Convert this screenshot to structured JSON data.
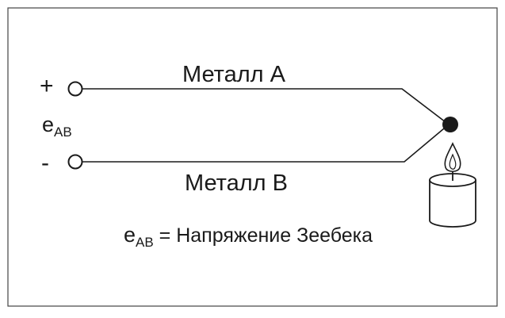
{
  "diagram": {
    "terminal_plus": "+",
    "terminal_minus": "-",
    "emf_symbol": "e",
    "emf_subscript": "AB",
    "wire_a_label": "Металл A",
    "wire_b_label": "Металл B",
    "legend": {
      "symbol": "e",
      "subscript": "AB",
      "text": " = Напряжение Зеебека"
    }
  },
  "colors": {
    "line": "#1a1a1a",
    "frame": "#444444",
    "junction": "#1a1a1a",
    "background": "#ffffff"
  },
  "icons": [
    "terminal-circle-icon",
    "junction-dot-icon",
    "candle-icon",
    "flame-icon"
  ]
}
